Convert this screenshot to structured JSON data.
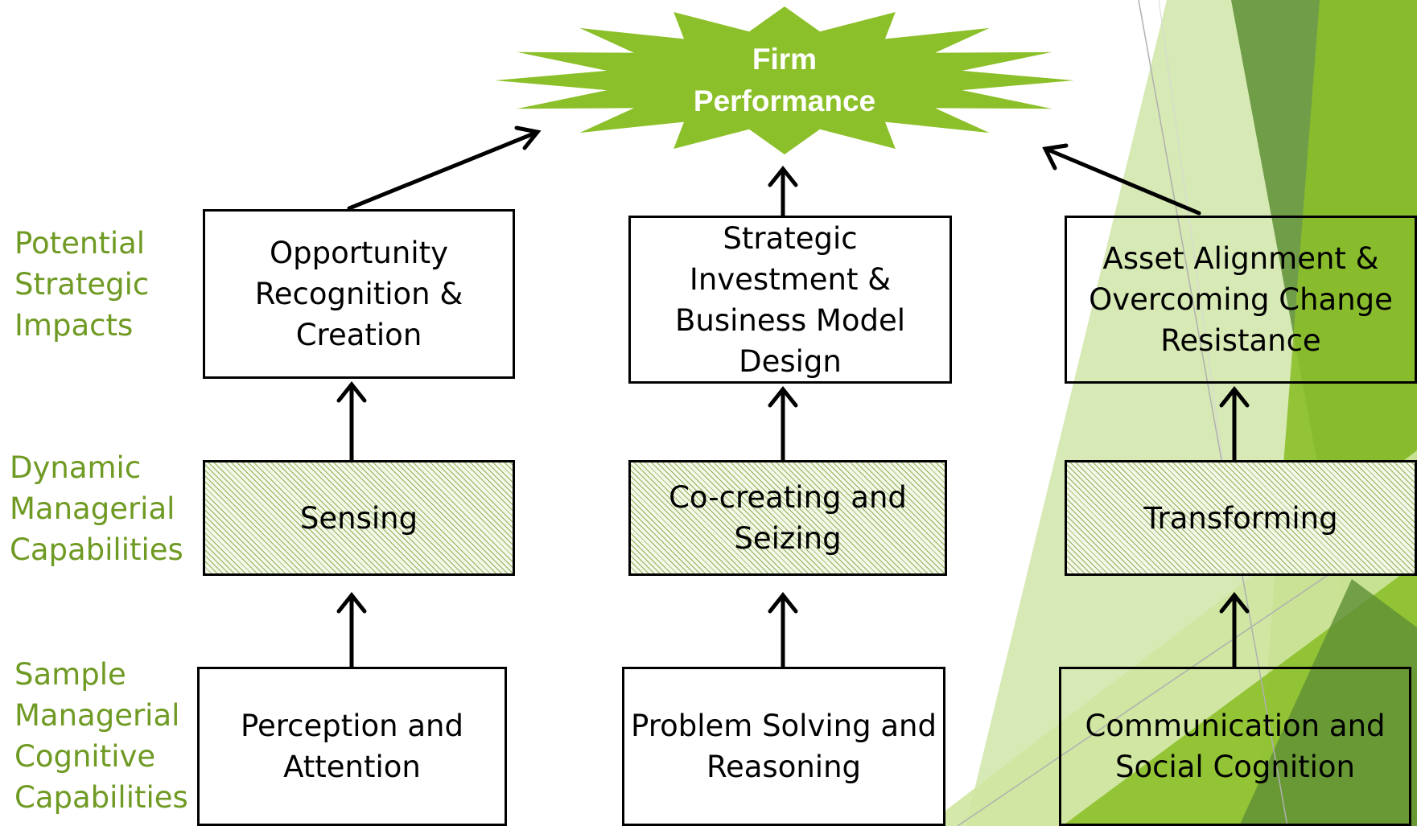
{
  "colors": {
    "accent_green": "#8cc02a",
    "label_green": "#6f9a23",
    "dark_green": "#5e8f35",
    "light_green": "#cfe6a0"
  },
  "goal": {
    "line1": "Firm",
    "line2": "Performance"
  },
  "row_labels": {
    "impacts": "Potential\nStrategic\nImpacts",
    "capabilities": "Dynamic\nManagerial\nCapabilities",
    "cognitive": "Sample\nManagerial\nCognitive\nCapabilities"
  },
  "columns": [
    {
      "impact": "Opportunity Recognition & Creation",
      "capability": "Sensing",
      "cognitive": "Perception and Attention"
    },
    {
      "impact": "Strategic Investment & Business Model Design",
      "capability": "Co-creating and Seizing",
      "cognitive": "Problem Solving and Reasoning"
    },
    {
      "impact": "Asset Alignment & Overcoming Change Resistance",
      "capability": "Transforming",
      "cognitive": "Communication and Social Cognition"
    }
  ]
}
